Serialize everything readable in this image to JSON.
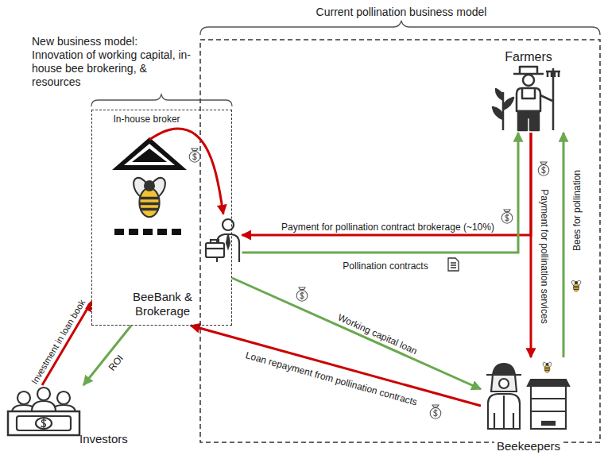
{
  "diagram": {
    "nodes": [
      {
        "text": [
          "Farmers"
        ]
      },
      {
        "text": [
          "BeeBank & Brokerage"
        ]
      },
      {
        "text": [
          "In-house broker"
        ],
        "in": 1
      },
      {
        "text": [
          "Beekeepers"
        ]
      },
      {
        "text": [
          "Investors"
        ]
      }
    ],
    "edges": [
      {
        "from": 0,
        "to": 3,
        "arrow": "to",
        "label": "Payment for pollination services"
      },
      {
        "from": 3,
        "to": 0,
        "arrow": "to",
        "label": "Bees for pollination"
      },
      {
        "from": 0,
        "to": 2,
        "arrow": "to",
        "label": "Payment for pollination contract brokerage (~10%)"
      },
      {
        "from": 2,
        "to": 0,
        "arrow": "to",
        "label": "Pollination contracts"
      },
      {
        "from": 1,
        "to": 3,
        "arrow": "to",
        "label": "Working capital loan"
      },
      {
        "from": 3,
        "to": 1,
        "arrow": "to",
        "label": "Loan repayment from pollination contracts"
      },
      {
        "from": 4,
        "to": 1,
        "arrow": "to",
        "label": "Investment in loan book"
      },
      {
        "from": 1,
        "to": 4,
        "arrow": "to",
        "label": "ROI"
      },
      {
        "from": 1,
        "to": 2,
        "arrow": "to"
      }
    ],
    "labels": [
      "Current pollination business model",
      "New business model: Innovation of working capital, in-house bee brokering, & resources"
    ]
  }
}
